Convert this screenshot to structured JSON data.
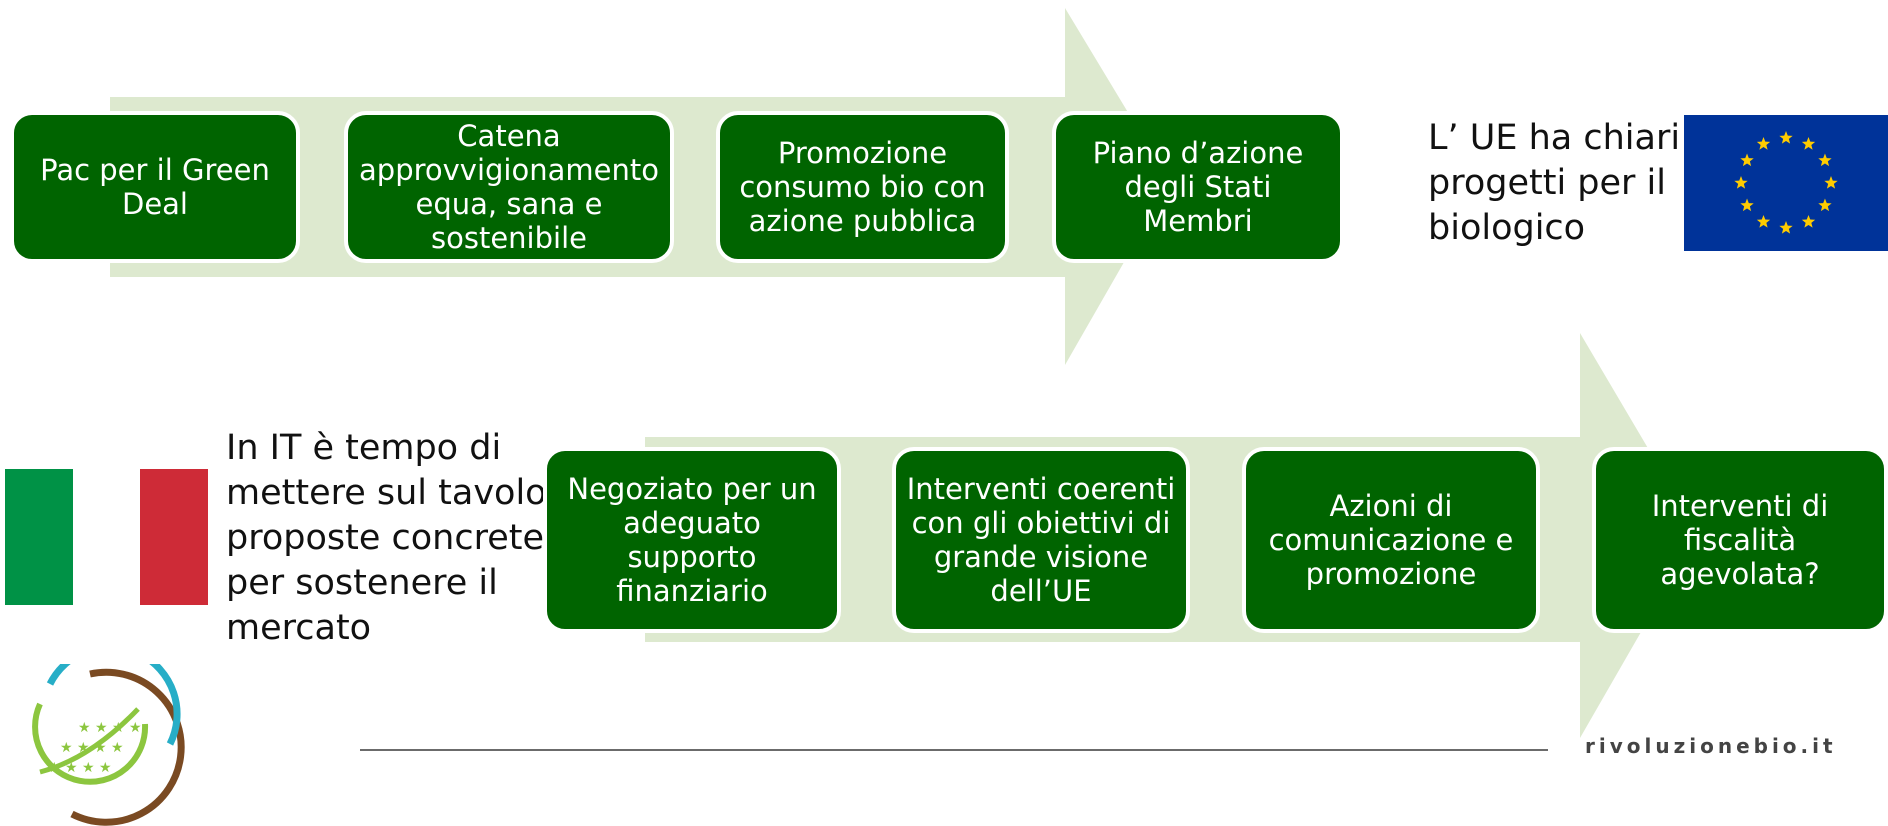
{
  "colors": {
    "box_fill": "#006400",
    "arrow_fill": "#dde9cf",
    "italy_green": "#009246",
    "italy_red": "#ce2b37",
    "eu_blue": "#003399",
    "eu_star": "#ffcc00"
  },
  "top_flow": {
    "steps": [
      "Pac per il Green\nDeal",
      "Catena\napprovvigionamento\nequa, sana e\nsostenibile",
      "Promozione\nconsumo bio con\nazione pubblica",
      "Piano d’azione\ndegli Stati\nMembri"
    ]
  },
  "eu_note": {
    "text": "L’ UE ha chiari\nprogetti per il\nbiologico",
    "flag_icon": "eu-flag-icon"
  },
  "bottom_flow": {
    "steps": [
      "Negoziato per un\nadeguato\nsupporto\nfinanziario",
      "Interventi coerenti\ncon gli obiettivi di\ngrande visione\ndell’UE",
      "Azioni di\ncomunicazione e\npromozione",
      "Interventi di\nfiscalità\nagevolata?"
    ]
  },
  "it_note": {
    "text": "In IT è tempo di\nmettere sul tavolo\nproposte concrete\nper sostenere il\nmercato",
    "flag_icon": "italy-flag-icon"
  },
  "footer": {
    "site": "rivoluzionebio.it",
    "logo_icon": "eu-organic-leaf-logo-icon"
  }
}
